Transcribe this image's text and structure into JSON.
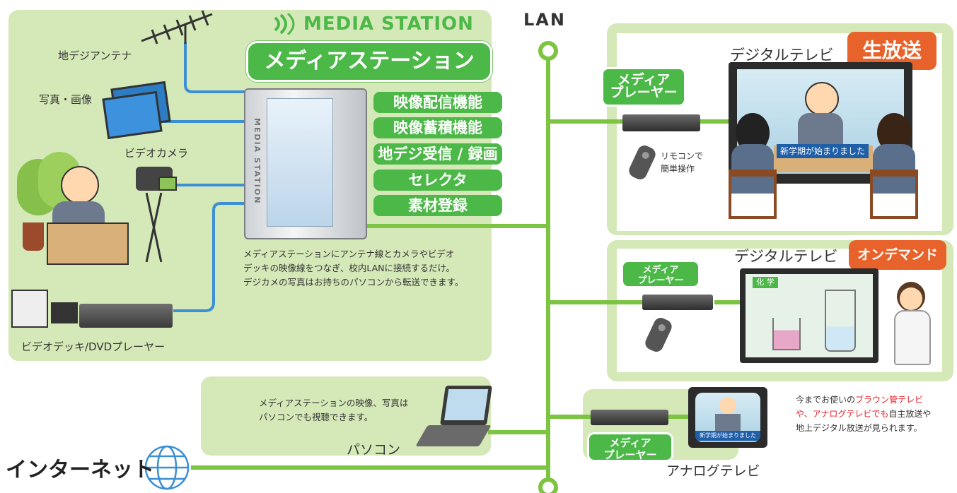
{
  "header": {
    "logo_text": "MEDIA STATION",
    "station_title": "メディアステーション",
    "lan_label": "LAN"
  },
  "functions": [
    "映像配信機能",
    "映像蓄積機能",
    "地デジ受信 / 録画",
    "セレクタ",
    "素材登録"
  ],
  "sources": {
    "antenna": "地デジアンテナ",
    "photos": "写真・画像",
    "camera": "ビデオカメラ",
    "deck": "ビデオデッキ/DVDプレーヤー"
  },
  "station_note": [
    "メディアステーションにアンテナ線とカメラやビデオ",
    "デッキの映像線をつなぎ、校内LANに接続するだけ。",
    "デジカメの写真はお持ちのパソコンから転送できます。"
  ],
  "tv1": {
    "label": "デジタルテレビ",
    "callout": "生放送",
    "player": [
      "メディア",
      "プレーヤー"
    ],
    "remote_note": [
      "リモコンで",
      "簡単操作"
    ],
    "caption": "新学期が始まりました"
  },
  "tv2": {
    "label": "デジタルテレビ",
    "callout": "オンデマンド",
    "player": [
      "メディア",
      "プレーヤー"
    ],
    "board_text": "化 学"
  },
  "tv3": {
    "label": "アナログテレビ",
    "player": [
      "メディア",
      "プレーヤー"
    ],
    "caption": "新学期が始まりました",
    "note_a": "今までお使いの",
    "note_red": "ブラウン管テレビ",
    "note_b_red": "や、アナログテレビでも",
    "note_c": "自主放送や",
    "note_d": "地上デジタル放送が見られます。"
  },
  "pc": {
    "note": [
      "メディアステーションの映像、写真は",
      "パソコンでも視聴できます。"
    ],
    "label": "パソコン"
  },
  "internet": {
    "label": "インターネット"
  },
  "colors": {
    "panel": "#d5e9b8",
    "green": "#4cb848",
    "line_green": "#7cc442",
    "blue_line": "#3b8fd4",
    "orange": "#e8632b",
    "red_text": "#e8202a"
  }
}
